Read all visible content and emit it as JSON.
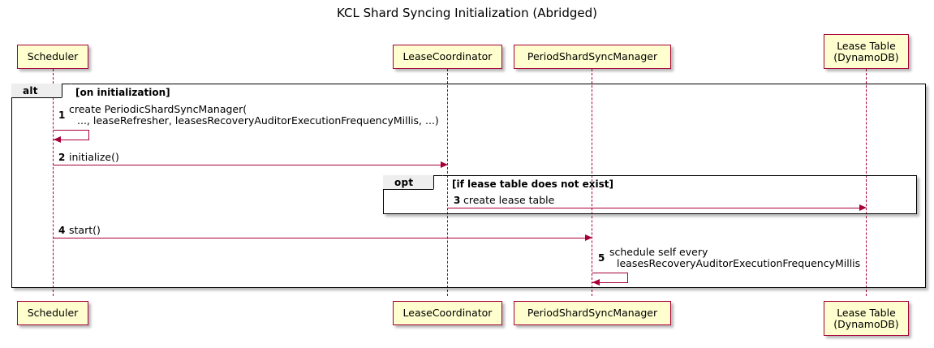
{
  "diagram": {
    "title": "KCL Shard Syncing Initialization (Abridged)",
    "type": "sequence-diagram",
    "colors": {
      "participant_fill": "#FEFECE",
      "participant_border": "#A80036",
      "arrow": "#A80036",
      "frame_tab_fill": "#EEEEEE",
      "frame_border": "#000000",
      "background": "#FFFFFF"
    }
  },
  "participants": [
    {
      "id": "scheduler",
      "label": "Scheduler",
      "label_line2": ""
    },
    {
      "id": "lease_coordinator",
      "label": "LeaseCoordinator",
      "label_line2": ""
    },
    {
      "id": "period_shard_sync_manager",
      "label": "PeriodShardSyncManager",
      "label_line2": ""
    },
    {
      "id": "lease_table",
      "label": "Lease Table",
      "label_line2": "(DynamoDB)"
    }
  ],
  "frames": [
    {
      "id": "alt-frame",
      "kind": "alt",
      "condition": "[on initialization]"
    },
    {
      "id": "opt-frame",
      "kind": "opt",
      "condition": "[if lease table does not exist]"
    }
  ],
  "messages": [
    {
      "num": "1",
      "from": "scheduler",
      "to": "scheduler",
      "kind": "self",
      "text_line1": "create PeriodicShardSyncManager(",
      "text_line2": "..., leaseRefresher, leasesRecoveryAuditorExecutionFrequencyMillis, ...)"
    },
    {
      "num": "2",
      "from": "scheduler",
      "to": "lease_coordinator",
      "kind": "sync",
      "text_line1": "initialize()",
      "text_line2": ""
    },
    {
      "num": "3",
      "from": "lease_coordinator",
      "to": "lease_table",
      "kind": "sync",
      "text_line1": "create lease table",
      "text_line2": ""
    },
    {
      "num": "4",
      "from": "scheduler",
      "to": "period_shard_sync_manager",
      "kind": "sync",
      "text_line1": "start()",
      "text_line2": ""
    },
    {
      "num": "5",
      "from": "period_shard_sync_manager",
      "to": "period_shard_sync_manager",
      "kind": "self",
      "text_line1": "schedule self every",
      "text_line2": "leasesRecoveryAuditorExecutionFrequencyMillis"
    }
  ]
}
